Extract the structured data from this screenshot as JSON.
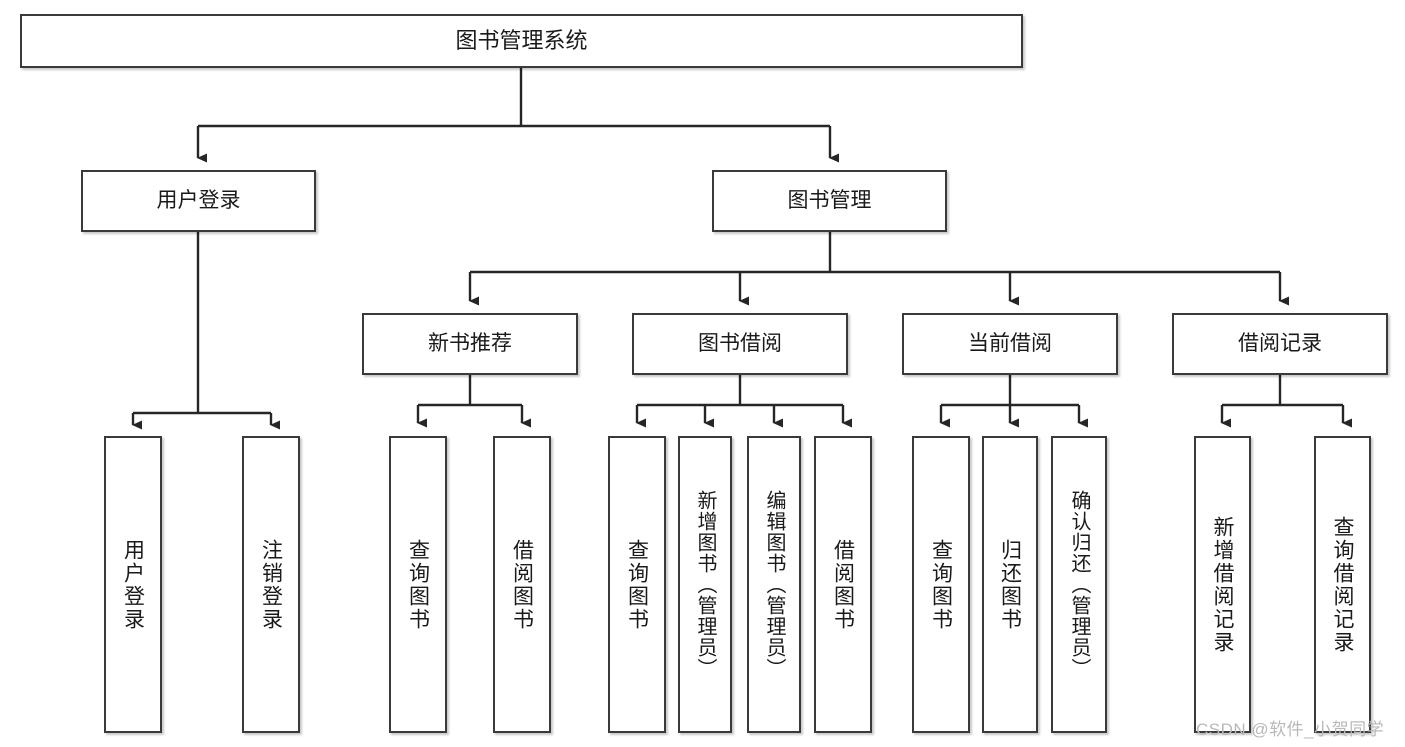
{
  "diagram": {
    "type": "tree",
    "title": "图书管理系统",
    "watermark": "CSDN @软件_小贺同学",
    "colors": {
      "box_border": "#3a3a3a",
      "box_fill": "#ffffff",
      "connector": "#262626",
      "text": "#1a1a1a",
      "watermark": "#b9b9b9"
    },
    "nodes": {
      "root": {
        "label": "图书管理系统"
      },
      "level2": [
        {
          "id": "user-login",
          "label": "用户登录"
        },
        {
          "id": "book-manage",
          "label": "图书管理"
        }
      ],
      "level3": [
        {
          "id": "new-book-recommend",
          "label": "新书推荐"
        },
        {
          "id": "book-borrow",
          "label": "图书借阅"
        },
        {
          "id": "current-borrow",
          "label": "当前借阅"
        },
        {
          "id": "borrow-record",
          "label": "借阅记录"
        }
      ],
      "leaves": {
        "user_login": [
          {
            "id": "leaf-user-login",
            "label": "用户登录"
          },
          {
            "id": "leaf-logout-login",
            "label": "注销登录"
          }
        ],
        "new_book_recommend": [
          {
            "id": "leaf-query-book-1",
            "label": "查询图书"
          },
          {
            "id": "leaf-borrow-book-1",
            "label": "借阅图书"
          }
        ],
        "book_borrow": [
          {
            "id": "leaf-query-book-2",
            "label": "查询图书"
          },
          {
            "id": "leaf-add-book",
            "label": "新增图书（管理员）"
          },
          {
            "id": "leaf-edit-book",
            "label": "编辑图书（管理员）"
          },
          {
            "id": "leaf-borrow-book-2",
            "label": "借阅图书"
          }
        ],
        "current_borrow": [
          {
            "id": "leaf-query-book-3",
            "label": "查询图书"
          },
          {
            "id": "leaf-return-book",
            "label": "归还图书"
          },
          {
            "id": "leaf-confirm-return",
            "label": "确认归还（管理员）"
          }
        ],
        "borrow_record": [
          {
            "id": "leaf-add-record",
            "label": "新增借阅记录"
          },
          {
            "id": "leaf-query-record",
            "label": "查询借阅记录"
          }
        ]
      }
    }
  }
}
